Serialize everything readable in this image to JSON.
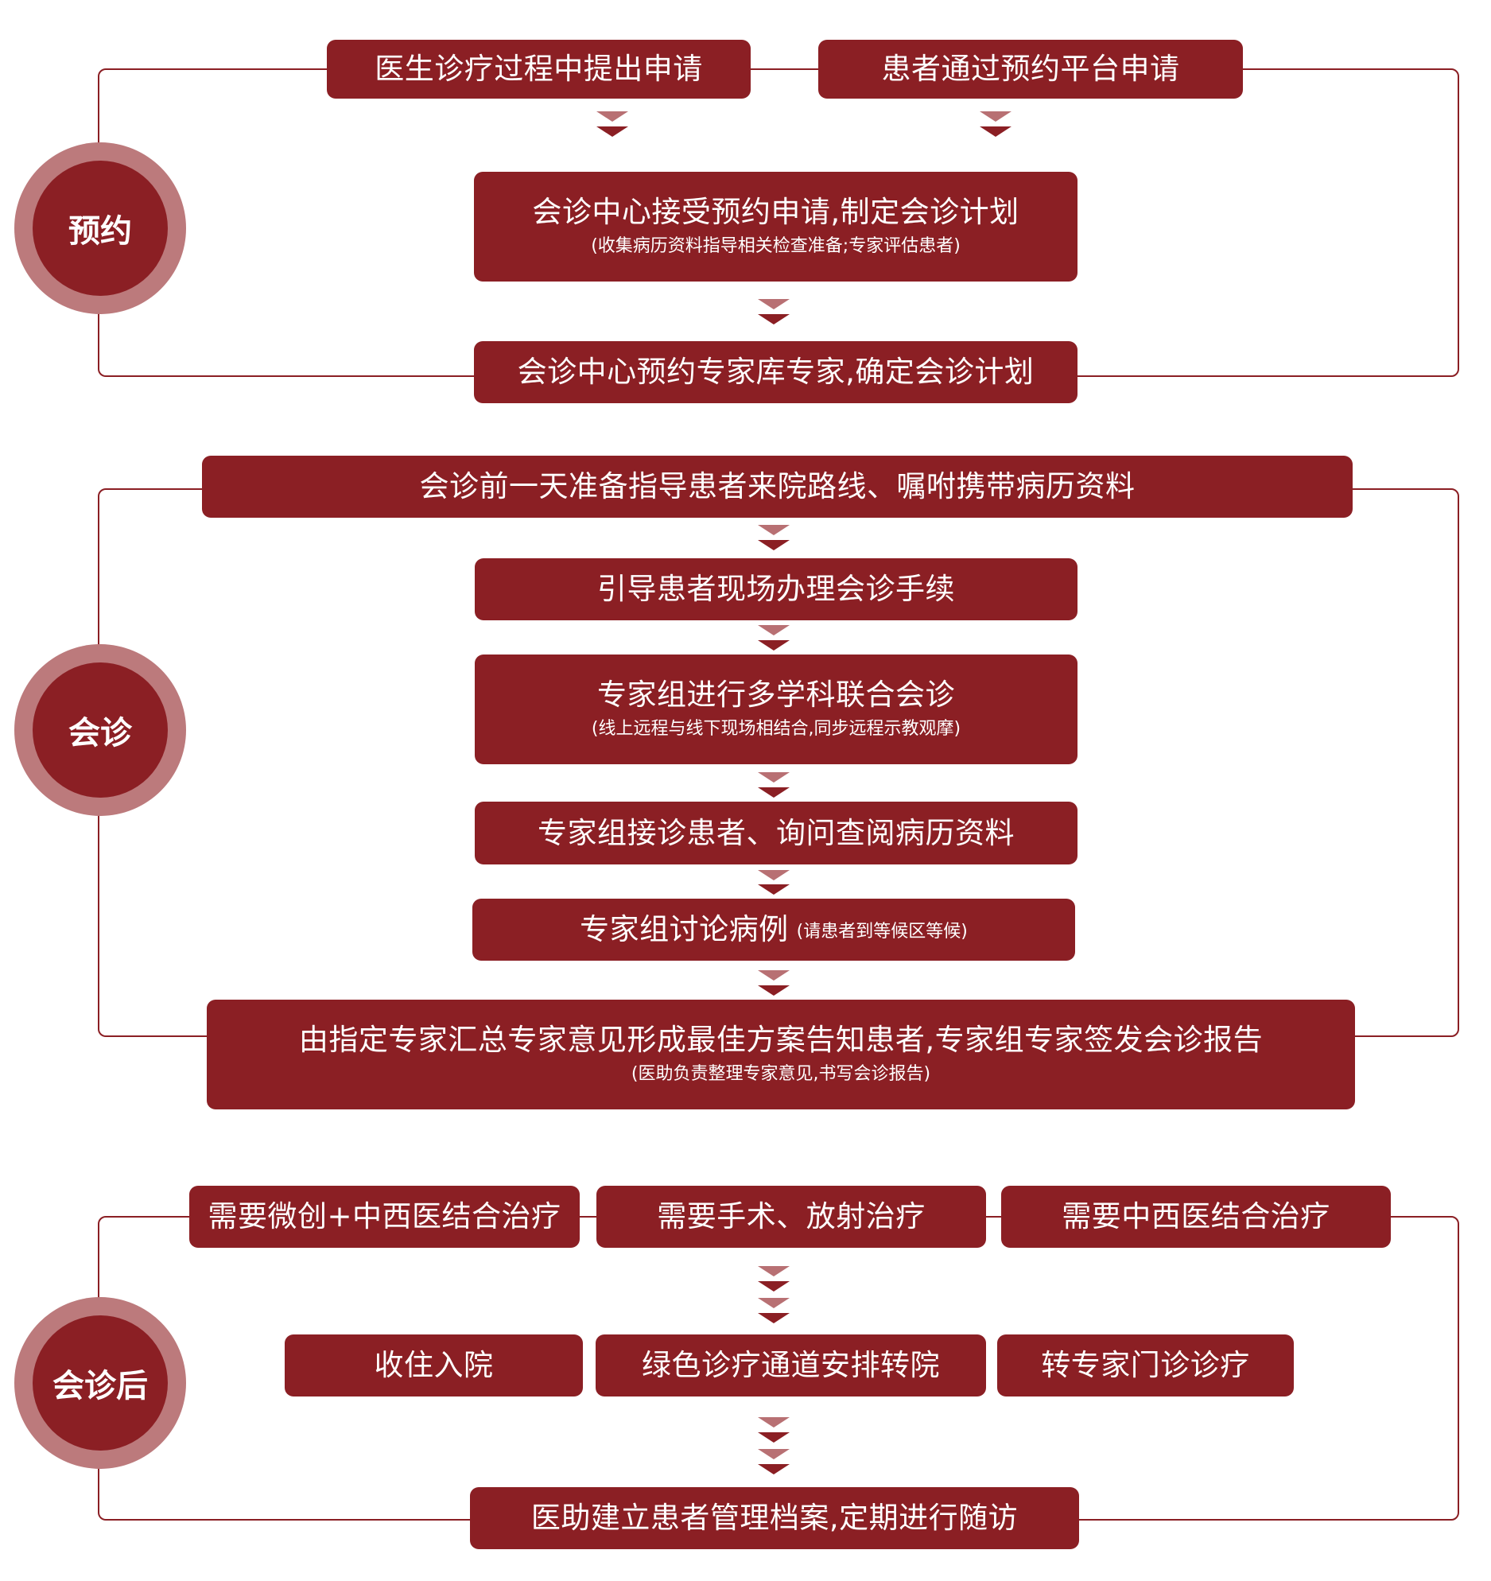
{
  "colors": {
    "primary": "#8B1F24",
    "light": "#BC7A7C",
    "arrow_light": "#B87073"
  },
  "sections": {
    "booking": {
      "label": "预约",
      "request_doctor": "医生诊疗过程中提出申请",
      "request_patient": "患者通过预约平台申请",
      "accept": {
        "main": "会诊中心接受预约申请,制定会诊计划",
        "sub": "(收集病历资料指导相关检查准备;专家评估患者)"
      },
      "book_experts": "会诊中心预约专家库专家,确定会诊计划"
    },
    "consultation": {
      "label": "会诊",
      "prepare": "会诊前一天准备指导患者来院路线、嘱咐携带病历资料",
      "procedures": "引导患者现场办理会诊手续",
      "mdt": {
        "main": "专家组进行多学科联合会诊",
        "sub": "(线上远程与线下现场相结合,同步远程示教观摩)"
      },
      "receive": "专家组接诊患者、询问查阅病历资料",
      "discuss": {
        "main": "专家组讨论病例",
        "sub": "(请患者到等候区等候)"
      },
      "report": {
        "main": "由指定专家汇总专家意见形成最佳方案告知患者,专家组专家签发会诊报告",
        "sub": "(医助负责整理专家意见,书写会诊报告)"
      }
    },
    "after": {
      "label": "会诊后",
      "needs": [
        "需要微创+中西医结合治疗",
        "需要手术、放射治疗",
        "需要中西医结合治疗"
      ],
      "outcomes": [
        "收住入院",
        "绿色诊疗通道安排转院",
        "转专家门诊诊疗"
      ],
      "followup": "医助建立患者管理档案,定期进行随访"
    }
  }
}
